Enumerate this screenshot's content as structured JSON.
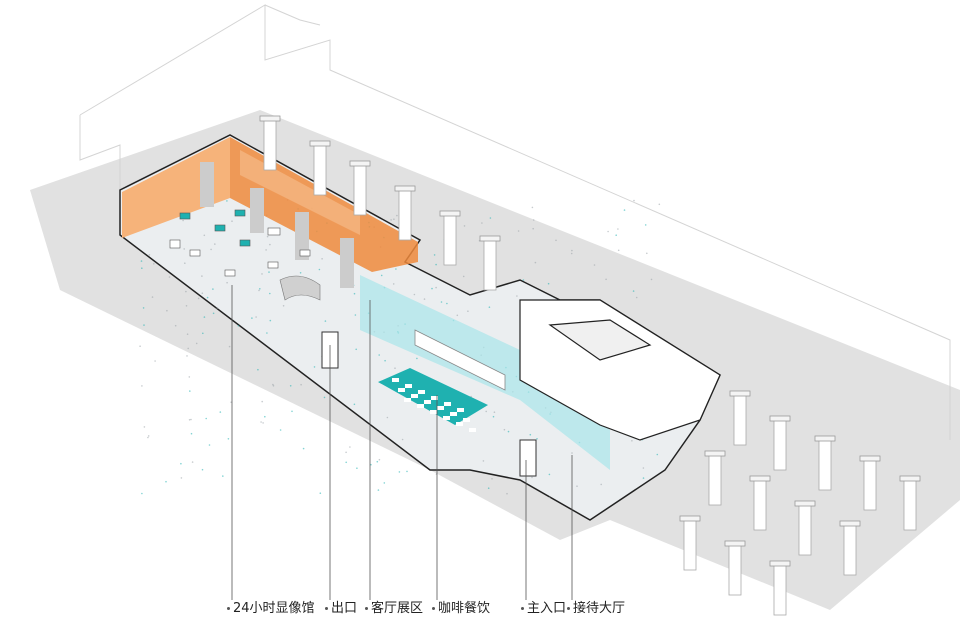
{
  "diagram": {
    "type": "isometric-floor-plan",
    "legend_labels": [
      {
        "id": "showroom",
        "text": "24小时显像馆"
      },
      {
        "id": "exit",
        "text": "出口"
      },
      {
        "id": "living",
        "text": "客厅展区"
      },
      {
        "id": "cafe",
        "text": "咖啡餐饮"
      },
      {
        "id": "entrance",
        "text": "主入口"
      },
      {
        "id": "lobby",
        "text": "接待大厅"
      }
    ]
  },
  "colors": {
    "ground_shadow": "#e1e1e1",
    "floor": "#ebeef0",
    "wall_white": "#ffffff",
    "outline": "#222222",
    "orange_light": "#f6b37a",
    "orange_dark": "#ef8a3c",
    "teal": "#1fb1b0",
    "glass": "#a9e6ea",
    "column_shadow": "#c7c7c7",
    "leader": "#555555"
  },
  "icons": [
    "column-icon",
    "column-cap-icon",
    "door-icon",
    "table-icon"
  ]
}
